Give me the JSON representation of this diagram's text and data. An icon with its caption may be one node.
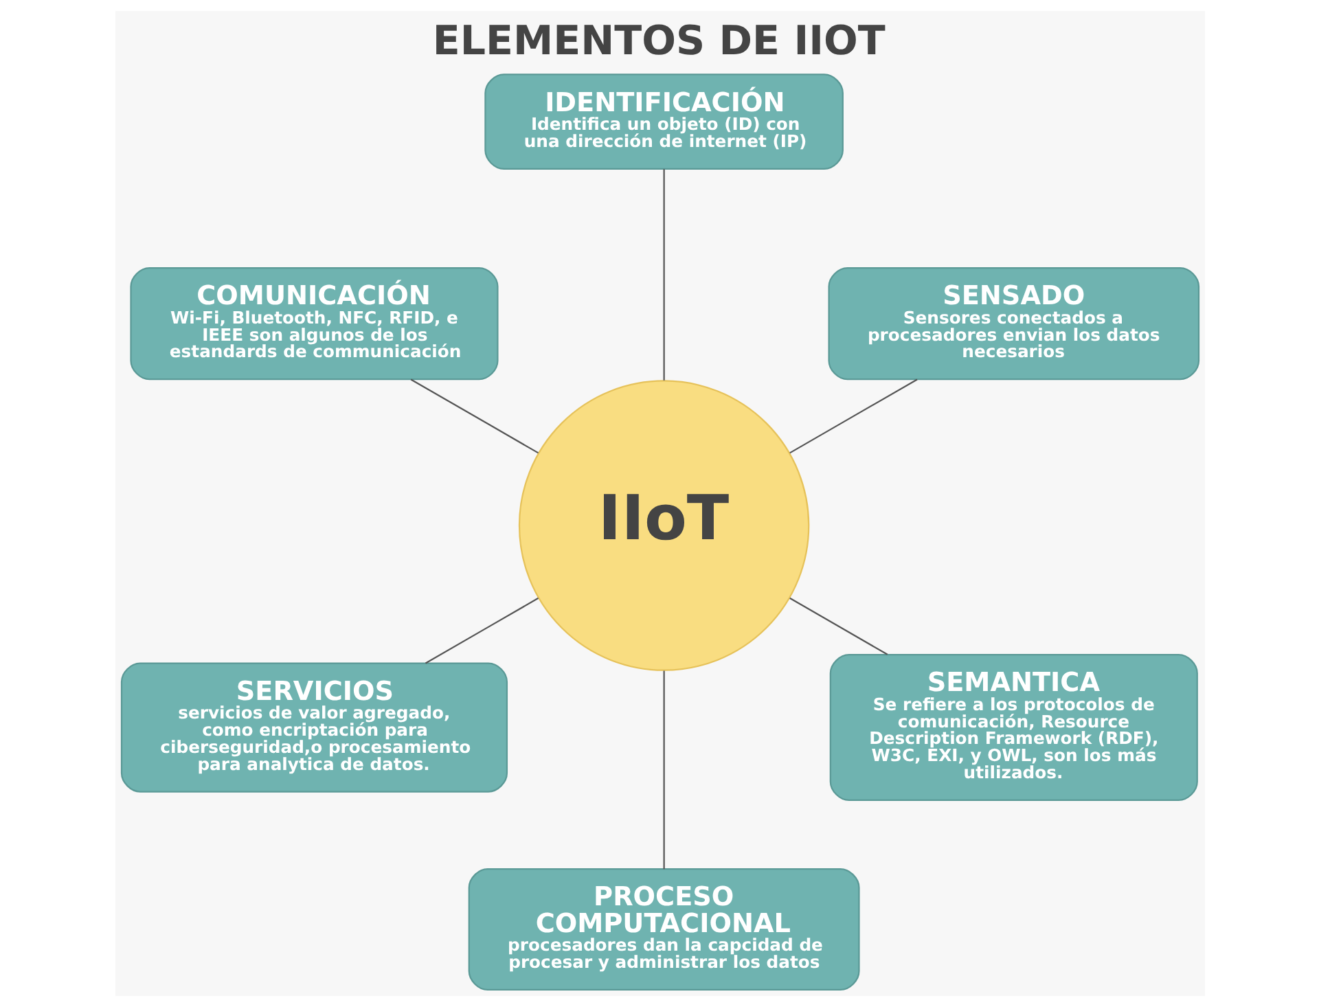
{
  "diagram": {
    "title": "ELEMENTOS DE IIOT",
    "nodes": [
      {
        "text": [
          "SENSADO",
          "Sensores conectados a procesadores envian los datos necesarios"
        ]
      },
      {
        "text": [
          "IDENTIFICACIÓN",
          "Identifica un objeto (ID) con una dirección de internet (IP)"
        ]
      },
      {
        "text": [
          "COMUNICACIÓN",
          "Wi-Fi, Bluetooth, NFC, RFID, e IEEE son algunos de los estandards de communicación"
        ]
      },
      {
        "text": [
          "IIoT"
        ]
      },
      {
        "text": [
          "SERVICIOS",
          "servicios de valor agregado, como encriptación para ciberseguridad,o procesamiento para analytica de datos."
        ]
      },
      {
        "text": [
          "PROCESO COMPUTACIONAL",
          "procesadores dan la capcidad de procesar y administrar los datos"
        ]
      },
      {
        "text": [
          "SEMANTICA",
          "Se refiere a los protocolos de comunicación, Resource Description Framework (RDF), W3C, EXI, y OWL, son los más utilizados."
        ]
      }
    ],
    "edges": [
      {
        "from": 3,
        "to": 0,
        "arrow": "none"
      },
      {
        "from": 3,
        "to": 1,
        "arrow": "none"
      },
      {
        "from": 3,
        "to": 2,
        "arrow": "none"
      },
      {
        "from": 3,
        "to": 4,
        "arrow": "none"
      },
      {
        "from": 3,
        "to": 5,
        "arrow": "none"
      },
      {
        "from": 3,
        "to": 6,
        "arrow": "none"
      }
    ]
  }
}
